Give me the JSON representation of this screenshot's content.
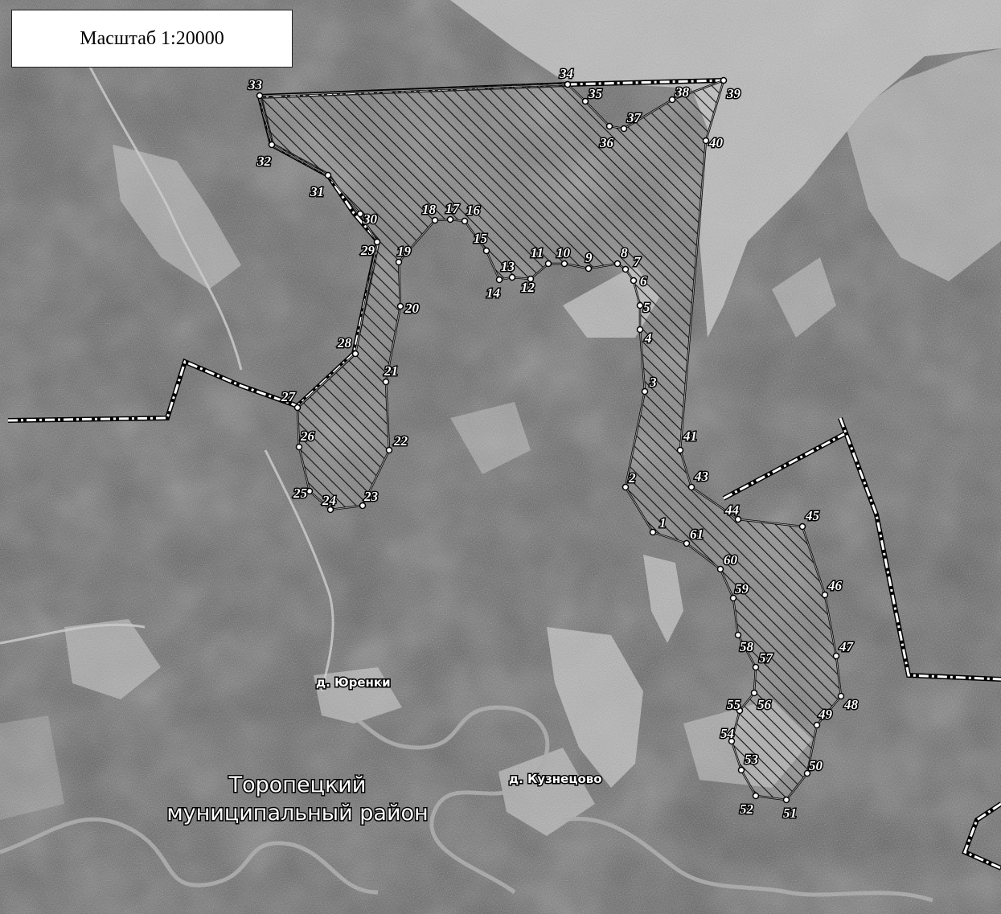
{
  "scale_label": "Масштаб 1:20000",
  "district_label": [
    "Торопецкий",
    "муниципальный район"
  ],
  "villages": [
    {
      "id": "yurenki",
      "label": "д. Юренки"
    },
    {
      "id": "kuznetsovo",
      "label": "д. Кузнецово"
    }
  ],
  "boundary_points": [
    {
      "n": "1"
    },
    {
      "n": "2"
    },
    {
      "n": "3"
    },
    {
      "n": "4"
    },
    {
      "n": "5"
    },
    {
      "n": "6"
    },
    {
      "n": "7"
    },
    {
      "n": "8"
    },
    {
      "n": "9"
    },
    {
      "n": "10"
    },
    {
      "n": "11"
    },
    {
      "n": "12"
    },
    {
      "n": "13"
    },
    {
      "n": "14"
    },
    {
      "n": "15"
    },
    {
      "n": "16"
    },
    {
      "n": "17"
    },
    {
      "n": "18"
    },
    {
      "n": "19"
    },
    {
      "n": "20"
    },
    {
      "n": "21"
    },
    {
      "n": "22"
    },
    {
      "n": "23"
    },
    {
      "n": "24"
    },
    {
      "n": "25"
    },
    {
      "n": "26"
    },
    {
      "n": "27"
    },
    {
      "n": "28"
    },
    {
      "n": "29"
    },
    {
      "n": "30"
    },
    {
      "n": "31"
    },
    {
      "n": "32"
    },
    {
      "n": "33"
    },
    {
      "n": "34"
    },
    {
      "n": "35"
    },
    {
      "n": "36"
    },
    {
      "n": "37"
    },
    {
      "n": "38"
    },
    {
      "n": "39"
    },
    {
      "n": "40"
    },
    {
      "n": "41"
    },
    {
      "n": "43"
    },
    {
      "n": "44"
    },
    {
      "n": "45"
    },
    {
      "n": "46"
    },
    {
      "n": "47"
    },
    {
      "n": "48"
    },
    {
      "n": "49"
    },
    {
      "n": "50"
    },
    {
      "n": "51"
    },
    {
      "n": "52"
    },
    {
      "n": "53"
    },
    {
      "n": "54"
    },
    {
      "n": "55"
    },
    {
      "n": "56"
    },
    {
      "n": "57"
    },
    {
      "n": "58"
    },
    {
      "n": "59"
    },
    {
      "n": "60"
    },
    {
      "n": "61"
    }
  ],
  "colors": {
    "background": "#5a5a5a",
    "light_area": "#cfcfcf",
    "hatch": "#111111",
    "boundary_dash": "#ffffff",
    "boundary_base": "#000000"
  }
}
